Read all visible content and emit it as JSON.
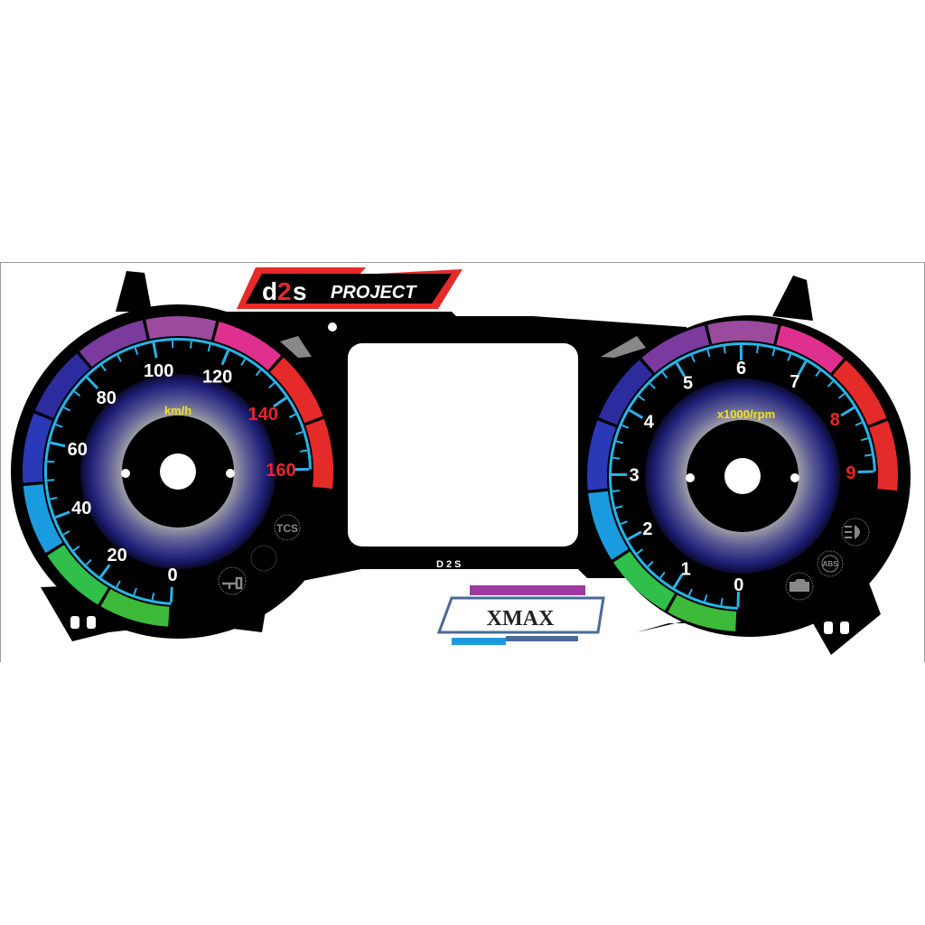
{
  "logo": {
    "brand_a": "d",
    "brand_b": "2",
    "brand_c": "s",
    "brand_word": "PROJECT",
    "small_mark": "D2S"
  },
  "model_badge": {
    "label": "XMAX"
  },
  "speedometer": {
    "unit": "km/h",
    "labels": [
      "0",
      "20",
      "40",
      "60",
      "80",
      "100",
      "120",
      "140",
      "160"
    ],
    "redline_from_index": 7,
    "band_colors": [
      "#3dba3a",
      "#2fbf4a",
      "#1a9be0",
      "#2a39b8",
      "#2c2c9e",
      "#7a3a9e",
      "#9b4a9e",
      "#e0308f",
      "#e52a2a",
      "#e52a2a"
    ]
  },
  "tachometer": {
    "unit": "x1000/rpm",
    "labels": [
      "0",
      "1",
      "2",
      "3",
      "4",
      "5",
      "6",
      "7",
      "8",
      "9"
    ],
    "redline_from_index": 8,
    "band_colors": [
      "#3dba3a",
      "#2fbf4a",
      "#1a9be0",
      "#2a39b8",
      "#2c2c9e",
      "#7a3a9e",
      "#9b4a9e",
      "#e0308f",
      "#e52a2a",
      "#e52a2a"
    ]
  },
  "indicators": {
    "tcs": "TCS",
    "abs": "ABS"
  },
  "colors": {
    "scale": "#27b4e8",
    "label": "#ffffff",
    "red_label": "#e8262a",
    "unit": "#f2e21a",
    "face": "#000000",
    "dial_glow": "#3a3acf"
  }
}
